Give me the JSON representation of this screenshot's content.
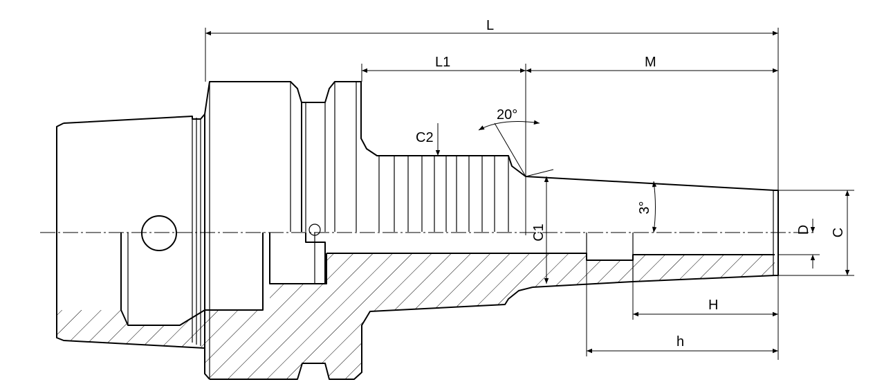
{
  "dimensions": {
    "overall_length": "L",
    "shank_length": "L1",
    "nose_length": "M",
    "groove_diameter": "C2",
    "shank_diameter": "C1",
    "taper_angle": "20°",
    "nose_taper": "3°",
    "bore_diameter": "D",
    "nose_diameter": "C",
    "bore_depth_H": "H",
    "bore_depth_h": "h"
  }
}
